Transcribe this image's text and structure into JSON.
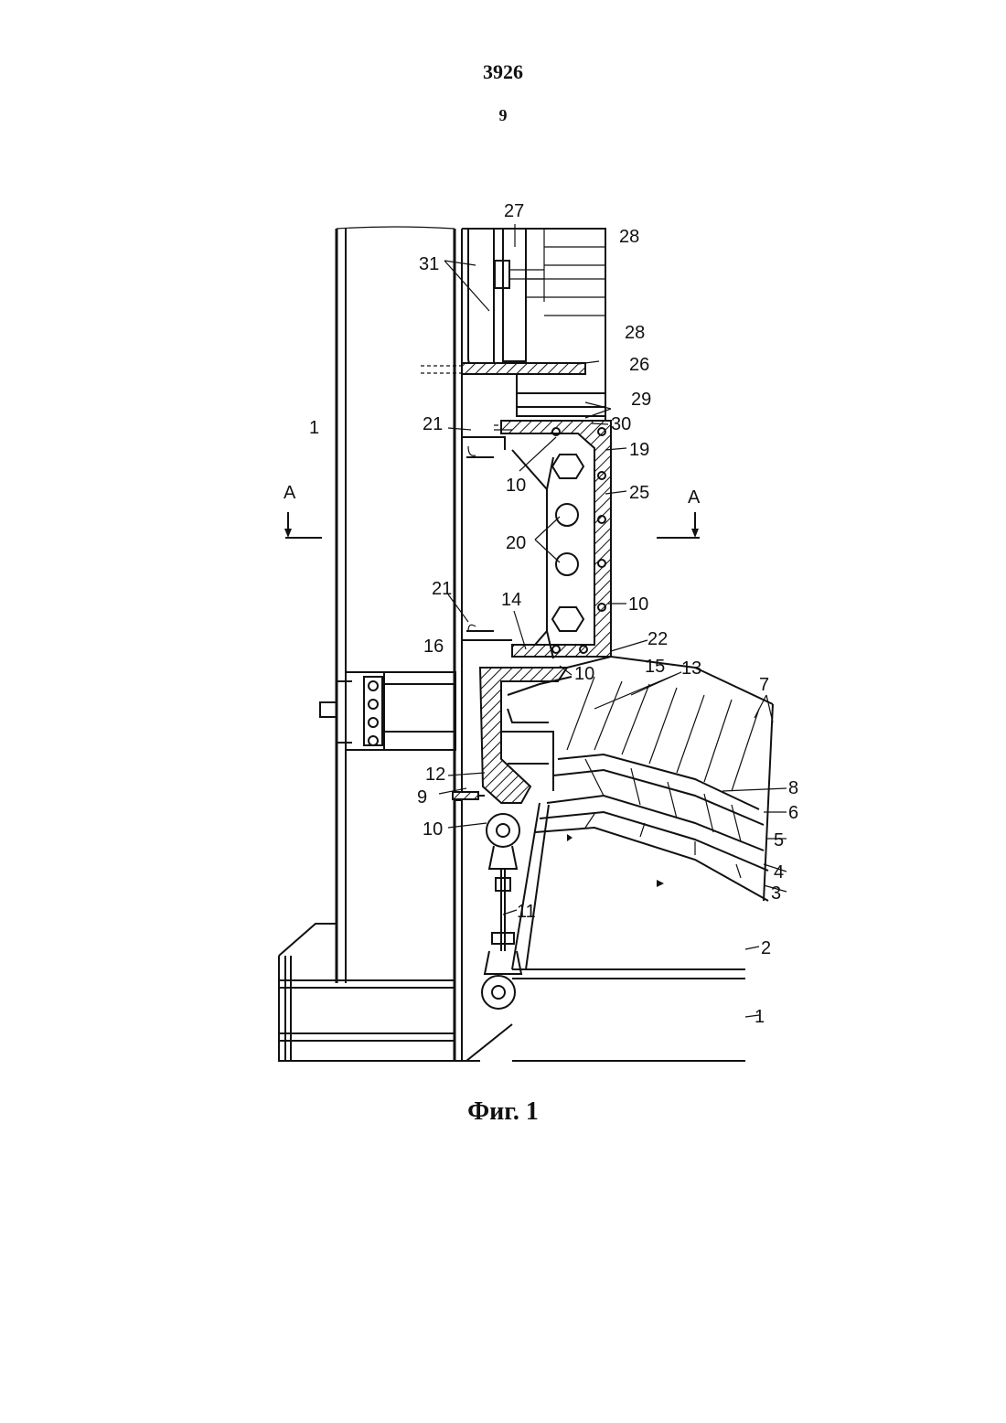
{
  "header": {
    "doc_number": "3926",
    "page_number": "9"
  },
  "figure": {
    "caption": "Фиг. 1",
    "section_marker": "A",
    "labels": {
      "l27": "27",
      "l28a": "28",
      "l31": "31",
      "l28b": "28",
      "l26": "26",
      "l29": "29",
      "l1a": "1",
      "l21a": "21",
      "l30": "30",
      "l19": "19",
      "l10a": "10",
      "l25": "25",
      "l20": "20",
      "l10b": "10",
      "l21b": "21",
      "l14": "14",
      "l22": "22",
      "l16": "16",
      "l15": "15",
      "l13": "13",
      "l10c": "10",
      "l7": "7",
      "l12": "12",
      "l8": "8",
      "l9": "9",
      "l6": "6",
      "l10d": "10",
      "l5": "5",
      "l4": "4",
      "l3": "3",
      "l11": "11",
      "l2": "2",
      "l1b": "1"
    }
  }
}
